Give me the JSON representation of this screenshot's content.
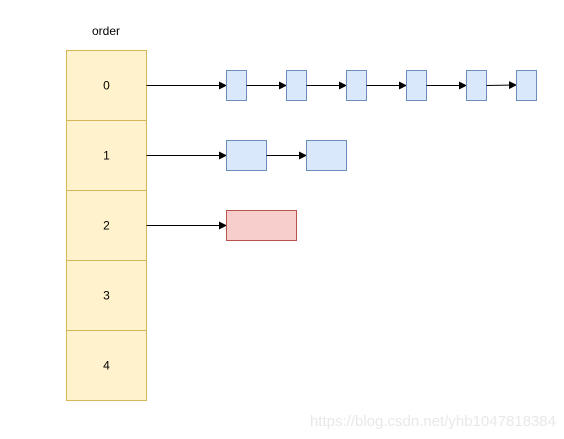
{
  "title": "order",
  "order_cells": [
    {
      "label": "0",
      "nodes": 6,
      "node_kind": "small",
      "state": "free"
    },
    {
      "label": "1",
      "nodes": 2,
      "node_kind": "wide",
      "state": "free"
    },
    {
      "label": "2",
      "nodes": 1,
      "node_kind": "wider",
      "state": "highlight"
    },
    {
      "label": "3",
      "nodes": 0,
      "node_kind": "none",
      "state": "empty"
    },
    {
      "label": "4",
      "nodes": 0,
      "node_kind": "none",
      "state": "empty"
    }
  ],
  "watermark": "https://blog.csdn.net/yhb1047818384",
  "colors": {
    "cell_fill": "#fff2cc",
    "cell_stroke": "#d6b656",
    "node_fill": "#dae8fc",
    "node_stroke": "#6c8ebf",
    "highlight_fill": "#f8cecc",
    "highlight_stroke": "#b85450",
    "arrow": "#000000"
  }
}
